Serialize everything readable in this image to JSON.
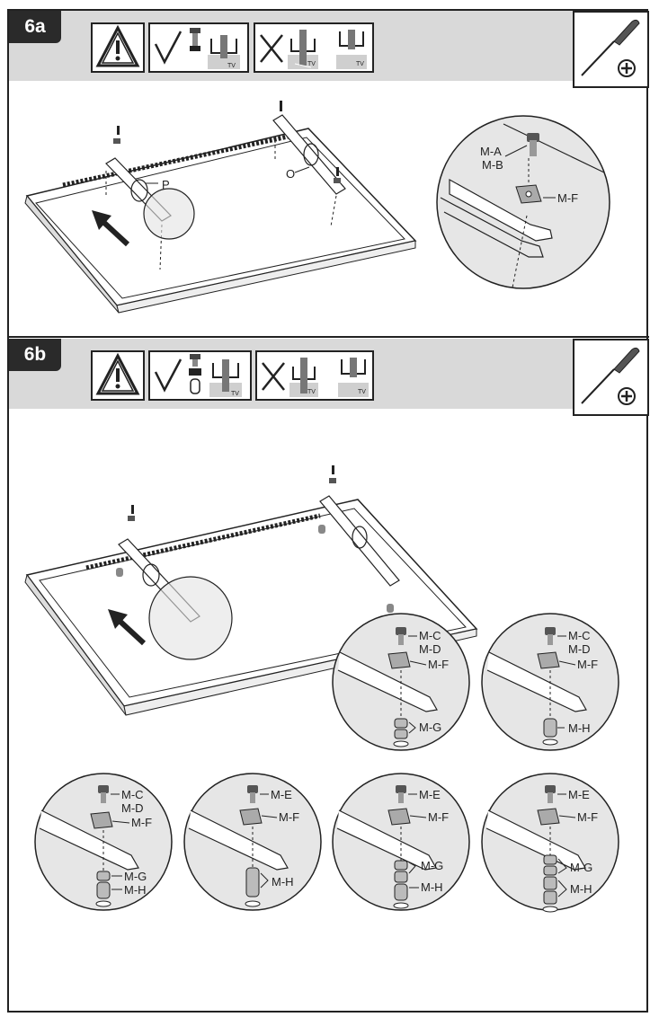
{
  "steps": [
    {
      "id": "6a",
      "tv_label": "TV"
    },
    {
      "id": "6b",
      "tv_label": "TV"
    }
  ],
  "step_6a": {
    "callout_labels": {
      "ma": "M-A",
      "mb": "M-B",
      "mf": "M-F"
    },
    "diagram_labels": {
      "p": "P",
      "o": "O"
    }
  },
  "step_6b": {
    "circles": [
      {
        "screw": "M-C",
        "washer": "M-D",
        "plate": "M-F",
        "spacer": "M-G"
      },
      {
        "screw": "M-C",
        "washer": "M-D",
        "plate": "M-F",
        "spacer": "M-H"
      },
      {
        "screw": "M-C",
        "washer": "M-D",
        "plate": "M-F",
        "spacer_a": "M-G",
        "spacer_b": "M-H"
      },
      {
        "screw": "M-E",
        "plate": "M-F",
        "spacer": "M-H"
      },
      {
        "screw": "M-E",
        "plate": "M-F",
        "spacer_a": "M-G",
        "spacer_b": "M-H"
      },
      {
        "screw": "M-E",
        "plate": "M-F",
        "spacer_a": "M-G",
        "spacer_b": "M-H"
      }
    ]
  },
  "icons": {
    "warning": "warning-triangle-icon",
    "check": "checkmark-icon",
    "cross": "cross-icon",
    "tool": "phillips-screwdriver-icon"
  }
}
